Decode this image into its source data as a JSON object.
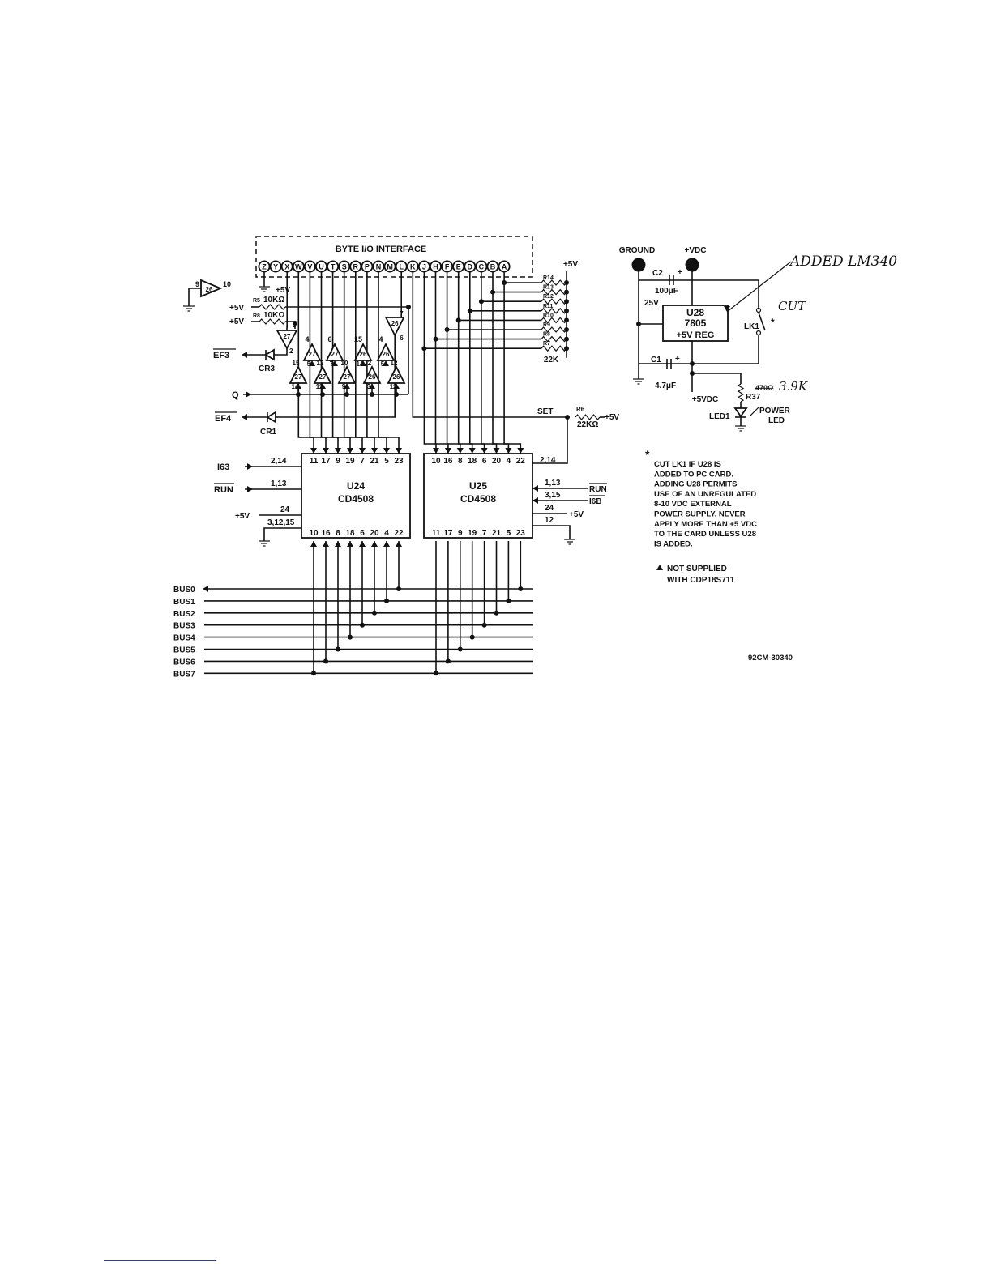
{
  "title": "BYTE I/O INTERFACE",
  "pins": [
    "Z",
    "Y",
    "X",
    "W",
    "V",
    "U",
    "T",
    "S",
    "R",
    "P",
    "N",
    "M",
    "L",
    "K",
    "J",
    "H",
    "F",
    "E",
    "D",
    "C",
    "B",
    "A"
  ],
  "resistor_labels": [
    "R14",
    "R13",
    "R12",
    "R11",
    "R10",
    "R9",
    "R8",
    "R7"
  ],
  "resistor_value": "22K",
  "plus5v": "+5V",
  "r5": "R5",
  "r5_value": "10KΩ",
  "r8": "R8",
  "r8_value": "10KΩ",
  "buffer_26_top": {
    "id": "26",
    "in_pin": "9",
    "out_pin": "10"
  },
  "buffer_26_mid": {
    "id": "26",
    "in_pin": "7",
    "out_pin": "6"
  },
  "buffer_27_ef3": {
    "id": "27",
    "in_pin": "3",
    "out_pin": "2"
  },
  "buffers_upper": [
    {
      "id": "27",
      "pin_a": "4",
      "pin_b": "5"
    },
    {
      "id": "27",
      "pin_a": "6",
      "pin_b": "7"
    },
    {
      "id": "26",
      "pin_a": "15",
      "pin_b": "14"
    },
    {
      "id": "26",
      "pin_a": "4",
      "pin_b": "5"
    }
  ],
  "buffers_lower": [
    {
      "id": "27",
      "pin_a": "15",
      "pin_b": "14"
    },
    {
      "id": "27",
      "pin_a": "12",
      "pin_b": "11"
    },
    {
      "id": "27",
      "pin_a": "10",
      "pin_b": "9"
    },
    {
      "id": "26",
      "pin_a": "2",
      "pin_b": "3"
    },
    {
      "id": "26",
      "pin_a": "12",
      "pin_b": "11"
    }
  ],
  "ef3": "EF3",
  "cr3": "CR3",
  "q": "Q",
  "ef4": "EF4",
  "cr1": "CR1",
  "set": "SET",
  "r6": "R6",
  "r6_value": "22KΩ",
  "u24": {
    "name": "U24",
    "part": "CD4508",
    "top_pins": [
      "11",
      "17",
      "9",
      "19",
      "7",
      "21",
      "5",
      "23"
    ],
    "bottom_pins": [
      "10",
      "16",
      "8",
      "18",
      "6",
      "20",
      "4",
      "22"
    ],
    "left_pins": [
      "2,14",
      "1,13",
      "24",
      "3,12,15"
    ]
  },
  "u25": {
    "name": "U25",
    "part": "CD4508",
    "top_pins": [
      "10",
      "16",
      "8",
      "18",
      "6",
      "20",
      "4",
      "22"
    ],
    "bottom_pins": [
      "11",
      "17",
      "9",
      "19",
      "7",
      "21",
      "5",
      "23"
    ],
    "top_right_pin": "2,14",
    "right_pins": [
      "1,13",
      "3,15",
      "24",
      "12"
    ]
  },
  "signals": {
    "i63": "I63",
    "run": "RUN",
    "i6b": "I6B",
    "run2": "RUN"
  },
  "bus_labels": [
    "BUS0",
    "BUS1",
    "BUS2",
    "BUS3",
    "BUS4",
    "BUS5",
    "BUS6",
    "BUS7"
  ],
  "supply": {
    "ground": "GROUND",
    "vdc": "+VDC",
    "c2": "C2",
    "c2_value": "100μF",
    "c2_voltage": "25V",
    "u28": "U28",
    "u28_part": "7805",
    "u28_desc": "+5V REG",
    "lk1": "LK1",
    "c1": "C1",
    "c1_value": "4.7μF",
    "out": "+5VDC",
    "r37": "R37",
    "r37_old": "470Ω",
    "r37_new": "3.9K",
    "led": "LED1",
    "power_led_1": "POWER",
    "power_led_2": "LED",
    "added_note": "ADDED LM340",
    "cut": "CUT"
  },
  "notes": {
    "star_lines": [
      "CUT LK1 IF U28 IS",
      "ADDED TO PC CARD.",
      "ADDING U28 PERMITS",
      "USE OF AN UNREGULATED",
      "8-10 VDC EXTERNAL",
      "POWER SUPPLY. NEVER",
      "APPLY MORE THAN +5 VDC",
      "TO THE CARD UNLESS U28",
      "IS ADDED."
    ],
    "triangle_lines": [
      "NOT SUPPLIED",
      "WITH CDP18S711"
    ]
  },
  "drawing_number": "92CM-30340"
}
